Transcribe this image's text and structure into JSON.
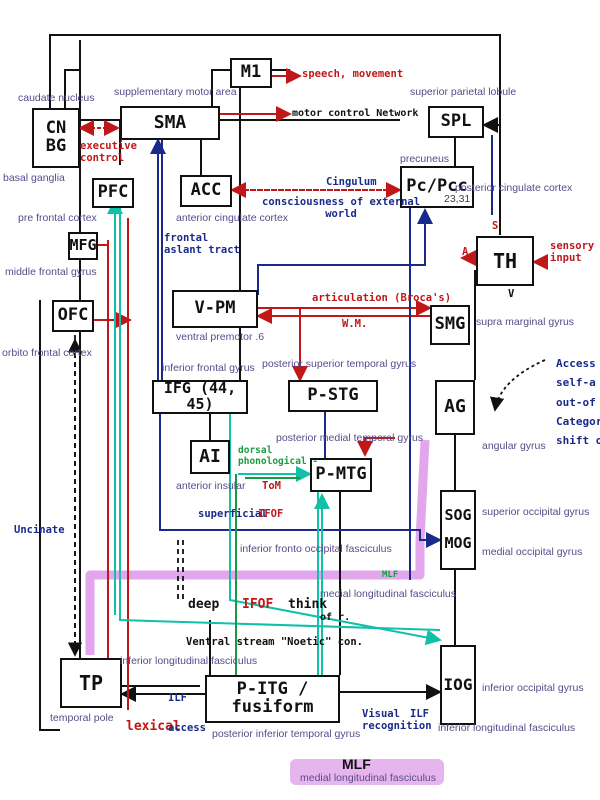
{
  "nodes": {
    "m1": "M1",
    "cnbg": "CN\nBG",
    "sma": "SMA",
    "spl": "SPL",
    "pfc": "PFC",
    "acc": "ACC",
    "pcpcc": "Pc/Pcc",
    "th": "TH",
    "mfg": "MFG",
    "ofc": "OFC",
    "vpm": "V-PM",
    "smg": "SMG",
    "ifg": "IFG (44, 45)",
    "pstg": "P-STG",
    "ag": "AG",
    "ai": "AI",
    "pmtg": "P-MTG",
    "sog": "SOG",
    "mog": "MOG",
    "tp": "TP",
    "pitg": "P-ITG / fusiform",
    "iog": "IOG"
  },
  "labels": {
    "caudate": "caudate nucleus",
    "sma": "supplementary motor area",
    "spl": "superior parietal lobule",
    "basal": "basal ganglia",
    "precuneus": "precuneus",
    "pcc": "posterior cingulate cortex",
    "pfc": "pre frontal cortex",
    "acc": "anterior cingulate cortex",
    "ba": "23,31",
    "mfg": "middle frontal gyrus",
    "ofc": "orbito frontal cortex",
    "vpm": "ventral premotor .6",
    "smg": "supra marginal gyrus",
    "ifg": "inferior frontal gyrus",
    "pstg": "posterior superior temporal gyrus",
    "ag": "angular gyrus",
    "pmtg": "posterior medial temporal gyrus",
    "ai": "anterior insular",
    "sog": "superior occipital gyrus",
    "ifof": "inferior fronto occipital fasciculus",
    "mog": "medial occipital gyrus",
    "mlf": "medial longitudinal fasciculus",
    "ilf": "inferior longitudinal fasciculus",
    "iog": "inferior occipital gyrus",
    "tp": "temporal pole",
    "ilf2": "inferior longitudinal fasciculus",
    "pitg": "posterior inferior temporal gyrus",
    "mlf2": "medial longitudinal fasciculus"
  },
  "notes": {
    "speech": "speech, movement",
    "motor_net": "motor control Network",
    "exec": "executive\ncontrol",
    "cingulum": "Cingulum",
    "consciousness": "consciousness of external\nworld",
    "s": "S",
    "a": "A",
    "v": "V",
    "sensory": "sensory\ninput",
    "fat": "frontal\naslant tract",
    "artic": "articulation (Broca's)",
    "wm": "W.M.",
    "access": "Access\nself-a\nout-of\nCategori\nshift o",
    "dorsal": "dorsal\nphonological -",
    "tom": "ToM",
    "sup": "superficial",
    "ifof": "IFOF",
    "mlf": "MLF",
    "uncinate": "Uncinate",
    "deep": "deep",
    "ifof2": "IFOF",
    "think": "think",
    "ofr": "of r.",
    "ventral": "Ventral stream \"Noetic\" con.",
    "ilf": "ILF",
    "visual": "Visual\nrecognition",
    "ilf2": "ILF",
    "lexical": "lexical",
    "access2": "access",
    "mlf_caption": "MLF"
  }
}
